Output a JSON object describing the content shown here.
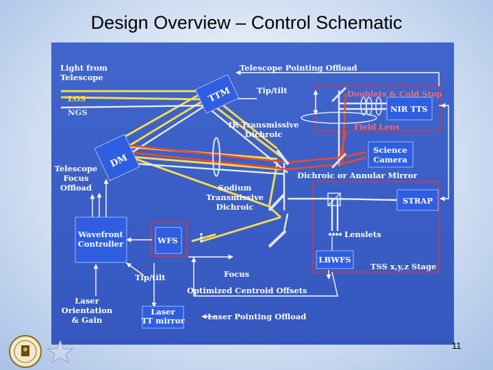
{
  "slide": {
    "title": "Design Overview – Control Schematic",
    "page_number": "11"
  },
  "labels": {
    "light_from_telescope": [
      "Light from",
      "Telescope"
    ],
    "lgs": "LGS",
    "ngs": "NGS",
    "telescope_pointing_offload": "Telescope Pointing Offload",
    "ttm": "TTM",
    "tip_tilt_top": "Tip/tilt",
    "doublets_cold_stop": "Doublets & Cold Stop",
    "nir_tts": "NIR TTS",
    "field_lens": "Field Lens",
    "ir_transmissive_dichroic": [
      "IR Transmissive",
      "Dichroic"
    ],
    "dm": "DM",
    "telescope_focus_offload": [
      "Telescope",
      "Focus",
      "Offload"
    ],
    "science_camera": [
      "Science",
      "Camera"
    ],
    "dichroic_or_annular_mirror": "Dichroic or Annular Mirror",
    "sodium_transmissive_dichroic": [
      "Sodium",
      "Transmissive",
      "Dichroic"
    ],
    "strap": "STRAP",
    "wavefront_controller": [
      "Wavefront",
      "Controller"
    ],
    "wfs": "WFS",
    "lenslets": "Lenslets",
    "lbwfs": "LBWFS",
    "tss_stage": "TSS x,y,z Stage",
    "tip_tilt_bottom": "Tip/tilt",
    "focus": "Focus",
    "optimized_centroid_offsets": "Optimized Centroid Offsets",
    "laser_orientation_gain": [
      "Laser",
      "Orientation",
      "& Gain"
    ],
    "laser_tt_mirror": [
      "Laser",
      "TT mirror"
    ],
    "laser_pointing_offload": "Laser Pointing Offload"
  },
  "colors": {
    "panel_bg": "#3a5fc8",
    "box_fill": "#2f5fe0",
    "label_text": "#ffffff",
    "red_label": "#e8383a",
    "lgs_label": "#ffe033",
    "beam_yellow": "#ffe14a",
    "beam_white": "#e8ecf8",
    "beam_red": "#f04a20",
    "outline_red": "#c83a52",
    "control_line": "#ffffff"
  },
  "icons": {
    "seal": "university-seal-logo",
    "star": "star-emblem-logo"
  }
}
